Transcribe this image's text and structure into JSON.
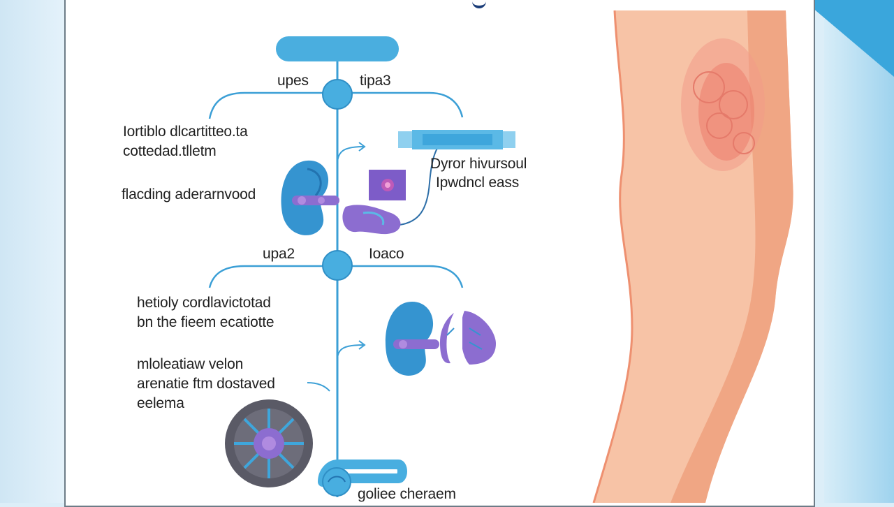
{
  "labels": {
    "top_left": "upes",
    "top_right": "tipa3",
    "desc1_line1": "Iortiblo dlcartitteo.ta",
    "desc1_line2": "cottedad.tlletm",
    "desc2": "flacding aderarnvood",
    "right1_line1": "Dyror hivursoul",
    "right1_line2": "Ipwdncl eass",
    "mid_left": "upa2",
    "mid_right": "Ioaco",
    "desc3_line1": "hetioly cordlavictotad",
    "desc3_line2": "bn the fieem ecatiotte",
    "desc4_line1": "mloleatiaw velon",
    "desc4_line2": "arenatie ftm dostaved",
    "desc4_line3": "eelema",
    "bottom": "goliee cheraem"
  },
  "colors": {
    "line": "#3b9fd6",
    "node": "#48aee0",
    "organ_blue": "#3594d0",
    "organ_purple": "#8c6dd0",
    "skin": "#f5b89a",
    "skin_shadow": "#ee9878",
    "inflammation": "#ec6f5d"
  },
  "icons": [
    "kidney-icon",
    "purple-organ-icon",
    "purple-square-icon",
    "blue-bar-icon",
    "lung-kidney-icon",
    "cell-circle-icon",
    "leg-illustration"
  ]
}
